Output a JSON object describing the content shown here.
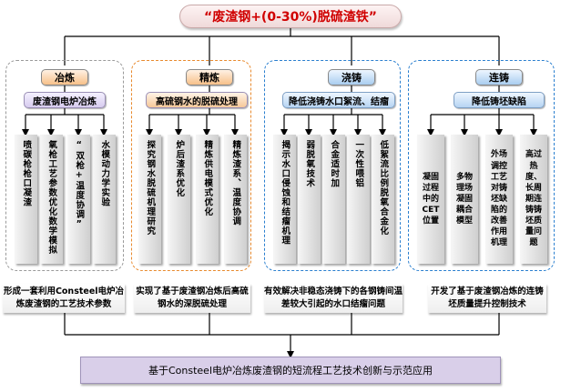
{
  "title": "“废渣钢+(0-30%)脱硫渣铁”",
  "sections": [
    {
      "tag": "冶炼",
      "subtitle": "废渣钢电炉冶炼",
      "items": [
        "喷碳枪枪口凝渣",
        "氧枪工艺参数优化数学模拟",
        "“双枪+温度协调”",
        "水模动力学实验"
      ],
      "result": "形成一套利用Consteel电炉冶炼废渣钢的工艺技术参数"
    },
    {
      "tag": "精炼",
      "subtitle": "高硫钢水的脱硫处理",
      "items": [
        "探究钢水脱硫机理研究",
        "炉后渣系优化",
        "精炼供电模式优化",
        "精炼渣系、温度协调"
      ],
      "result": "实现了基于废渣钢冶炼后高硫钢水的深脱硫处理"
    },
    {
      "tag": "浇铸",
      "subtitle": "降低浇铸水口絮流、结瘤",
      "items": [
        "揭示水口侵蚀和结瘤机理",
        "弱脱氧技术",
        "合金适时加",
        "一次性喂铝",
        "低絮流比例脱氧合金化"
      ],
      "result": "有效解决非稳态浇铸下的各钢铸间温差较大引起的水口结瘤问题"
    },
    {
      "tag": "连铸",
      "subtitle": "降低铸坯缺陷",
      "items": [
        "凝固过程中的CET位置",
        "多物理场凝固耦合模型",
        "外场调控工艺对铸坯缺陷的改善作用机理",
        "高过热度、长周期连铸铸坯质量问题"
      ],
      "result": "开发了基于废渣钢冶炼的连铸坯质量提升控制技术"
    }
  ],
  "final": "基于Consteel电炉冶炼废渣钢的短流程工艺技术创新与示范应用",
  "colors": {
    "title_text": "#d00000",
    "panel_orange": "#e88a2e",
    "panel_blue": "#2a7fcf",
    "panel_gray": "#999999",
    "final_fill": "#d9cfe9"
  }
}
